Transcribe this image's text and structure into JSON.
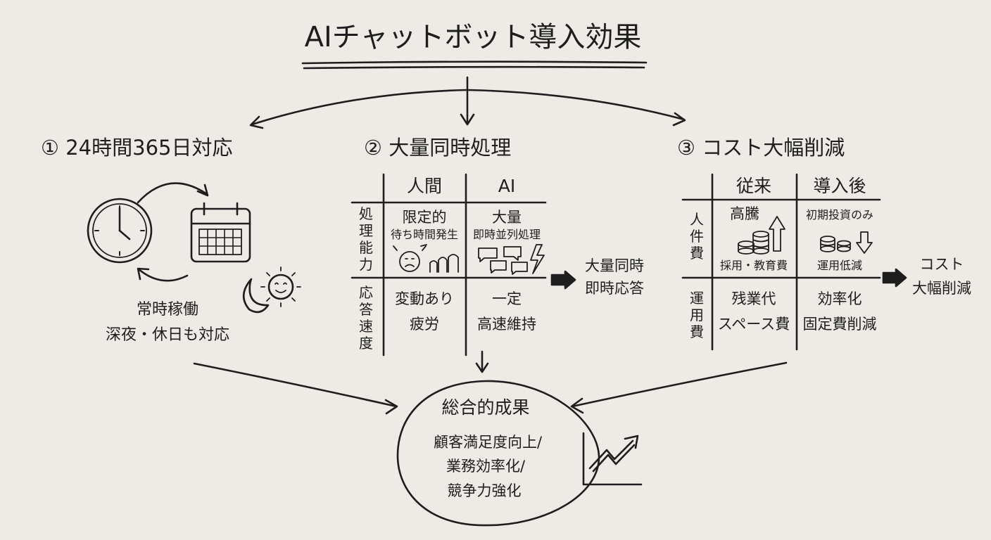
{
  "title": "AIチャットボット導入効果",
  "section1": {
    "heading": "① 24時間365日対応",
    "caption_line1": "常時稼働",
    "caption_line2": "深夜・休日も対応",
    "icons": [
      "clock-icon",
      "calendar-icon",
      "cycle-arrows-icon",
      "moon-icon",
      "sun-icon"
    ]
  },
  "section2": {
    "heading": "② 大量同時処理",
    "col_human": "人間",
    "col_ai": "AI",
    "row1_label": [
      "処",
      "理",
      "能",
      "力"
    ],
    "row2_label": [
      "応",
      "答",
      "速",
      "度"
    ],
    "r1_human_main": "限定的",
    "r1_human_sub": "待ち時間発生",
    "r1_ai_main": "大量",
    "r1_ai_sub": "即時並列処理",
    "r2_human_line1": "変動あり",
    "r2_human_line2": "疲労",
    "r2_ai_line1": "一定",
    "r2_ai_line2": "高速維持",
    "result_line1": "大量同時",
    "result_line2": "即時応答"
  },
  "section3": {
    "heading": "③ コスト大幅削減",
    "col_before": "従来",
    "col_after": "導入後",
    "row1_label": [
      "人",
      "件",
      "費"
    ],
    "row2_label": [
      "運",
      "用",
      "費"
    ],
    "r1_before_main": "高騰",
    "r1_before_sub": "採用・教育費",
    "r1_after_main": "初期投資のみ",
    "r1_after_sub": "運用低減",
    "r2_before_line1": "残業代",
    "r2_before_line2": "スペース費",
    "r2_after_line1": "効率化",
    "r2_after_line2": "固定費削減",
    "result_line1": "コスト",
    "result_line2": "大幅削減"
  },
  "outcome": {
    "heading": "総合的成果",
    "line1": "顧客満足度向上/",
    "line2": "業務効率化/",
    "line3": "競争力強化"
  }
}
